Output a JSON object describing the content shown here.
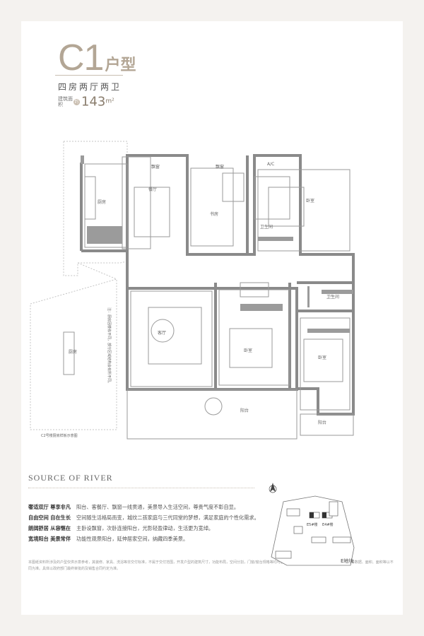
{
  "header": {
    "unit_code": "C1",
    "unit_suffix": "户型",
    "rooms": "四房两厅两卫",
    "area_label": "建筑面积",
    "area_mark": "约",
    "area_value": "143",
    "area_unit": "m²"
  },
  "rooms": {
    "kitchen": "厨房",
    "dining": "餐厅",
    "bay1": "飘窗",
    "bay2": "飘窗",
    "ac": "A/C",
    "study": "书房",
    "bath1": "卫生间",
    "bath2": "卫生间",
    "bedroom1": "卧室",
    "bedroom2": "卧室",
    "bedroom3": "卧室",
    "living": "客厅",
    "balcony1": "阳台",
    "balcony2": "阳台",
    "kitchen_alt": "厨房",
    "alt_caption": "C2号楼厨房样板示意图",
    "alt_note": "注：厨房因楼栋不同，部分区域结构会有所不同。"
  },
  "brand": "SOURCE OF RIVER",
  "features": [
    {
      "title": "奢适双厅 尊享非凡",
      "text": "阳台、客餐厅、飘窗一线贯通，美景导入生活空间，尊贵气度不彰自显。"
    },
    {
      "title": "自由空间 自在生长",
      "text": "空间随生活格局而变，城纹二孩家庭与三代同堂的梦想，满足家庭的个性化需求。"
    },
    {
      "title": "朗阔舒居 从容惬在",
      "text": "主卧设飘窗，次卧连接阳台，光影轻盈律动，生活更为宽绰。"
    },
    {
      "title": "宽境阳台 美景常伴",
      "text": "功能性观景阳台，延伸居家空间，纳藏四季美景。"
    }
  ],
  "disclaimer": "本图纸资料所涉及的户型仅供示意参考，其装修、家具、洗浴等非交付标准，不属于交付范围，开发户型的建筑尺寸，功能布局，空间分割，门窗/窗台规格等均可能有所不同，包括但不限于材料、做法、单元等数据、面积、面积等以不同为准。具体以政府部门最终审批的及销售合同约定为准。",
  "site": {
    "building1": "E5#楼",
    "building2": "E4#楼",
    "plot": "E地块"
  }
}
